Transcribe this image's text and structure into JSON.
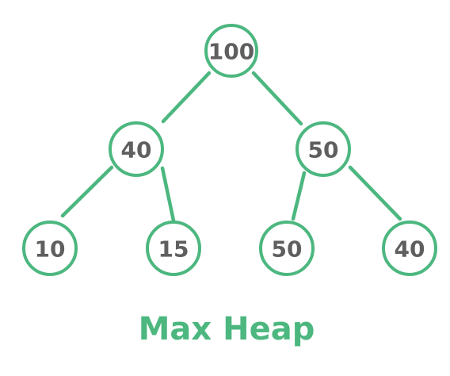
{
  "diagram": {
    "title": "Max Heap",
    "accent_color": "#4CB77F",
    "label_color": "#5f5f5f",
    "nodes": [
      {
        "id": "root",
        "value": "100"
      },
      {
        "id": "l",
        "value": "40"
      },
      {
        "id": "r",
        "value": "50"
      },
      {
        "id": "ll",
        "value": "10"
      },
      {
        "id": "lr",
        "value": "15"
      },
      {
        "id": "rl",
        "value": "50"
      },
      {
        "id": "rr",
        "value": "40"
      }
    ],
    "edges": [
      {
        "from": "root",
        "to": "l"
      },
      {
        "from": "root",
        "to": "r"
      },
      {
        "from": "l",
        "to": "ll"
      },
      {
        "from": "l",
        "to": "lr"
      },
      {
        "from": "r",
        "to": "rl"
      },
      {
        "from": "r",
        "to": "rr"
      }
    ]
  }
}
